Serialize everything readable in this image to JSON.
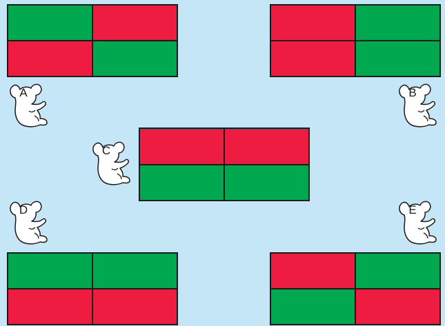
{
  "colors": {
    "background": "#c5e6f7",
    "red": "#ef1c41",
    "green": "#00a94f",
    "border": "#1a1a1a",
    "koala": "#ffffff"
  },
  "koalas": [
    {
      "label": "A",
      "grid": [
        "green",
        "red",
        "red",
        "green"
      ]
    },
    {
      "label": "B",
      "grid": [
        "red",
        "green",
        "red",
        "green"
      ]
    },
    {
      "label": "C",
      "grid": [
        "red",
        "red",
        "green",
        "green"
      ]
    },
    {
      "label": "D",
      "grid": [
        "green",
        "green",
        "red",
        "red"
      ]
    },
    {
      "label": "E",
      "grid": [
        "red",
        "green",
        "green",
        "red"
      ]
    }
  ]
}
